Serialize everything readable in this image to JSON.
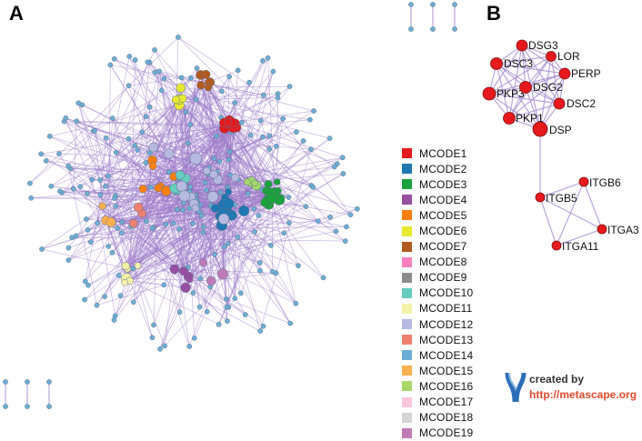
{
  "panels": {
    "a_label": "A",
    "b_label": "B"
  },
  "legend": [
    {
      "label": "MCODE1",
      "color": "#e41a1c"
    },
    {
      "label": "MCODE2",
      "color": "#1f78b4"
    },
    {
      "label": "MCODE3",
      "color": "#1aa33a"
    },
    {
      "label": "MCODE4",
      "color": "#984ea3"
    },
    {
      "label": "MCODE5",
      "color": "#ff7f0e"
    },
    {
      "label": "MCODE6",
      "color": "#e8e830"
    },
    {
      "label": "MCODE7",
      "color": "#b35a1f"
    },
    {
      "label": "MCODE8",
      "color": "#f781bf"
    },
    {
      "label": "MCODE9",
      "color": "#8c8c8c"
    },
    {
      "label": "MCODE10",
      "color": "#66cdc0"
    },
    {
      "label": "MCODE11",
      "color": "#f4f1a8"
    },
    {
      "label": "MCODE12",
      "color": "#b6b9e0"
    },
    {
      "label": "MCODE13",
      "color": "#f08070"
    },
    {
      "label": "MCODE14",
      "color": "#6baed6"
    },
    {
      "label": "MCODE15",
      "color": "#f9b04e"
    },
    {
      "label": "MCODE16",
      "color": "#a6d96a"
    },
    {
      "label": "MCODE17",
      "color": "#fcc5dc"
    },
    {
      "label": "MCODE18",
      "color": "#d4d4d4"
    },
    {
      "label": "MCODE19",
      "color": "#c07ab8"
    }
  ],
  "network_b": {
    "nodes": [
      "DSG3",
      "LOR",
      "DSC3",
      "PERP",
      "PKP3",
      "DSG2",
      "DSC2",
      "PKP1",
      "DSP",
      "ITGB6",
      "ITGB5",
      "ITGA3",
      "ITGA11"
    ],
    "node_color": "#e8191c",
    "edge_color": "#a98ed3"
  },
  "credit": {
    "by": "created by",
    "url": "http://metascape.org"
  }
}
